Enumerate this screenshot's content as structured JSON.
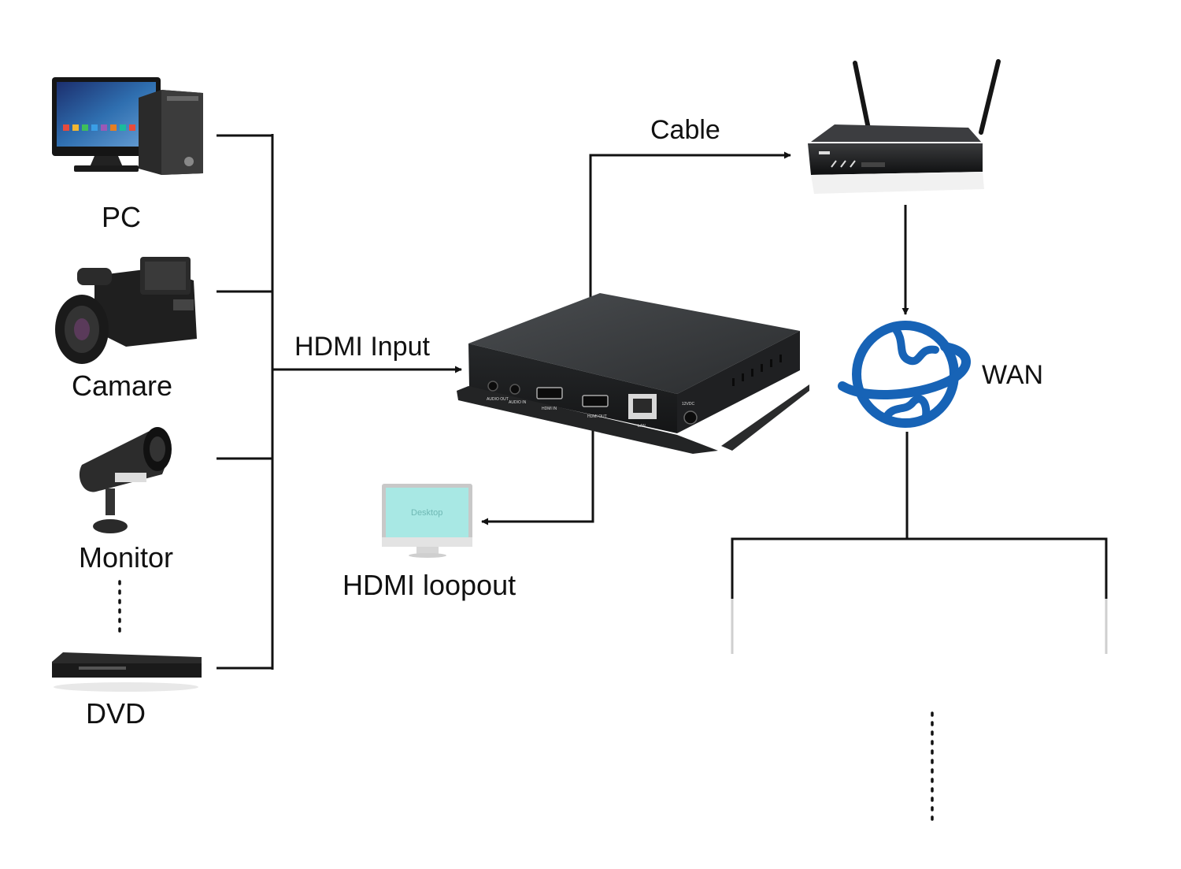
{
  "sources": {
    "pc": "PC",
    "camera": "Camare",
    "monitor": "Monitor",
    "dvd": "DVD"
  },
  "edges": {
    "hdmi_input": "HDMI Input",
    "cable": "Cable",
    "hdmi_loopout": "HDMI loopout"
  },
  "network": {
    "wan": "WAN"
  },
  "encoder_ports": {
    "audio_out": "AUDIO OUT",
    "audio_in": "AUDIO IN",
    "hdmi_in": "HDMI IN",
    "hdmi_out": "HDMI OUT",
    "lan": "LAN",
    "power": "12VDC"
  },
  "loopout_screen": {
    "text": "Desktop"
  },
  "colors": {
    "line": "#111111",
    "device_dark": "#2a2c2e",
    "wan_blue": "#1763b6",
    "screen_teal": "#a8e8e4"
  }
}
